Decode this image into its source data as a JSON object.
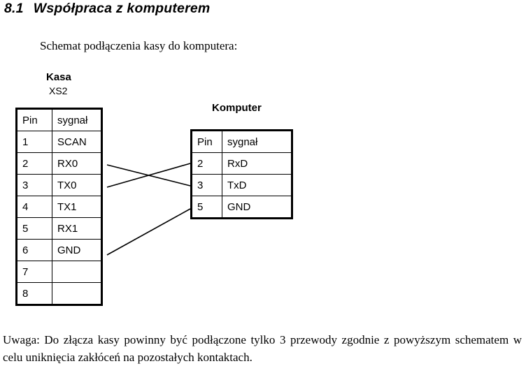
{
  "heading": {
    "number": "8.1",
    "title": "Współpraca z komputerem"
  },
  "intro": "Schemat podłączenia kasy do komputera:",
  "diagram": {
    "left_table": {
      "caption": "Kasa",
      "subcaption": "XS2",
      "headers": [
        "Pin",
        "sygnał"
      ],
      "rows": [
        [
          "1",
          "SCAN"
        ],
        [
          "2",
          "RX0"
        ],
        [
          "3",
          "TX0"
        ],
        [
          "4",
          "TX1"
        ],
        [
          "5",
          "RX1"
        ],
        [
          "6",
          "GND"
        ],
        [
          "7",
          ""
        ],
        [
          "8",
          ""
        ]
      ]
    },
    "right_table": {
      "caption": "Komputer",
      "headers": [
        "Pin",
        "sygnał"
      ],
      "rows": [
        [
          "2",
          "RxD"
        ],
        [
          "3",
          "TxD"
        ],
        [
          "5",
          "GND"
        ]
      ]
    },
    "connections": [
      {
        "name": "rx0-to-txd",
        "from_pin": "2",
        "from_signal": "RX0",
        "to_pin": "3",
        "to_signal": "TxD"
      },
      {
        "name": "tx0-to-rxd",
        "from_pin": "3",
        "from_signal": "TX0",
        "to_pin": "2",
        "to_signal": "RxD"
      },
      {
        "name": "gnd-to-gnd",
        "from_pin": "6",
        "from_signal": "GND",
        "to_pin": "5",
        "to_signal": "GND"
      }
    ],
    "line_color": "#000000"
  },
  "footer_note": "Uwaga: Do złącza kasy powinny być podłączone tylko 3 przewody zgodnie z powyższym schematem w celu uniknięcia zakłóceń na pozostałych kontaktach."
}
